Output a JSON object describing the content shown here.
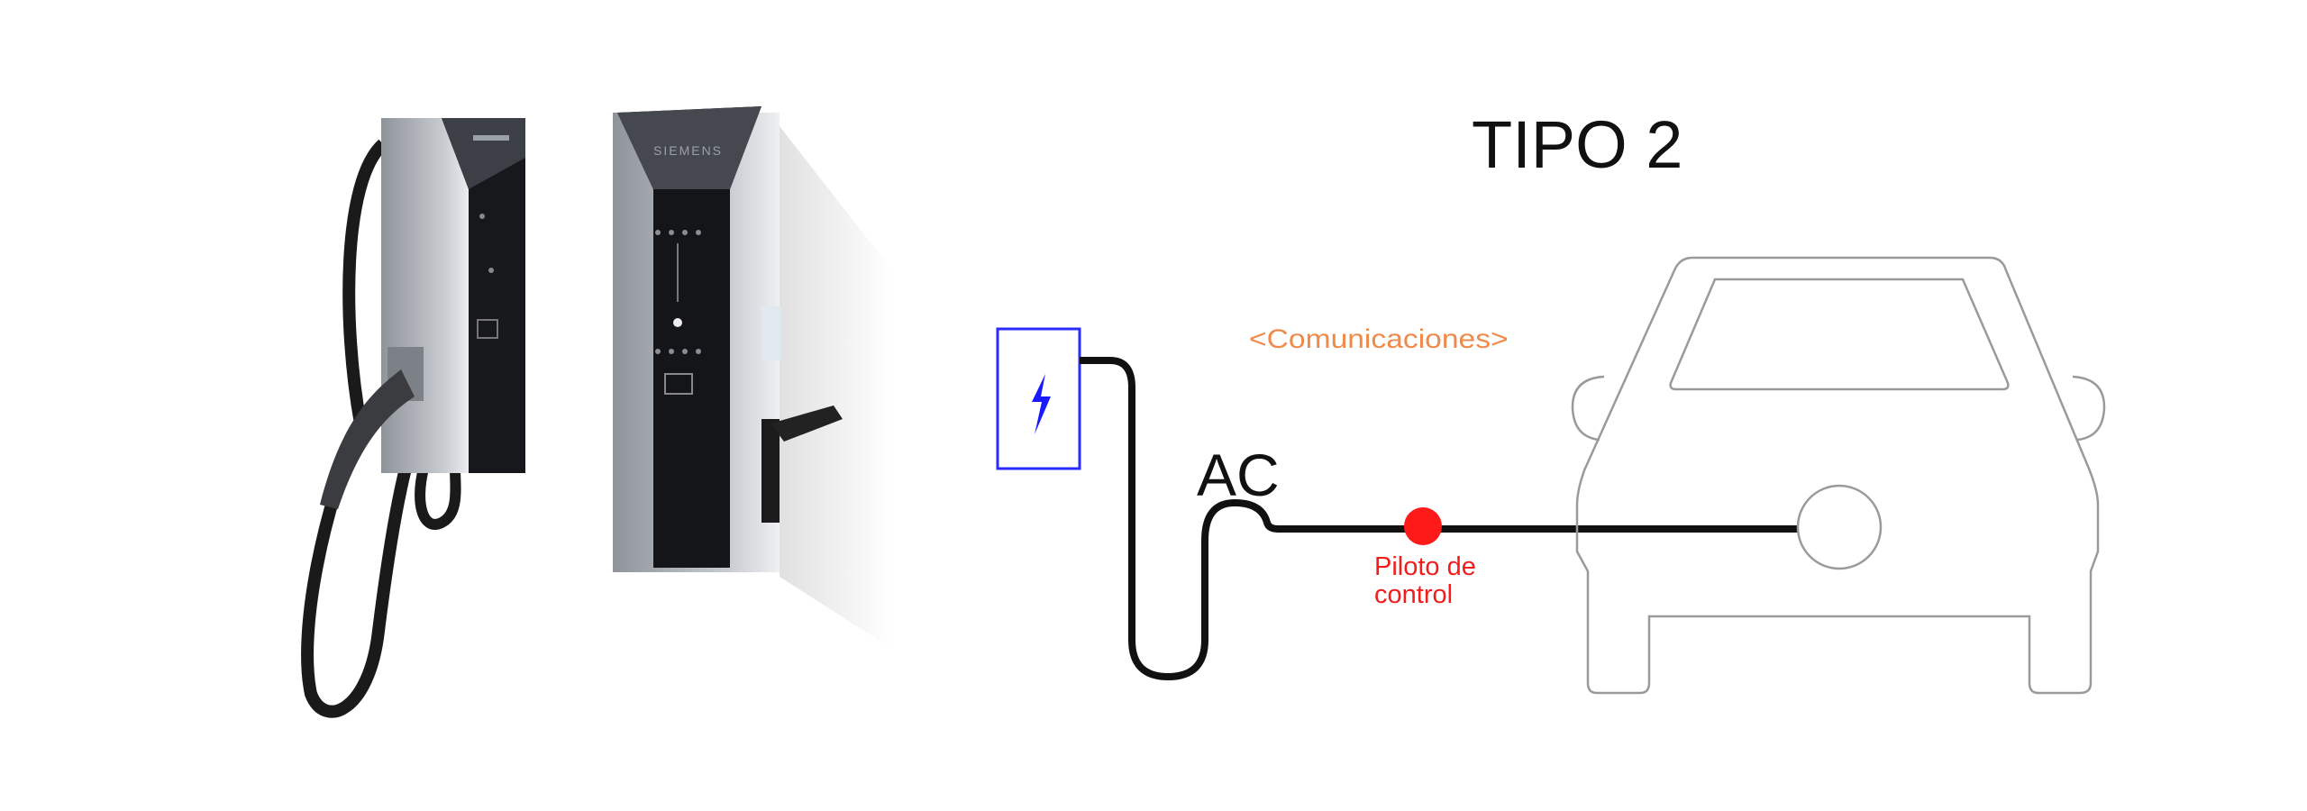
{
  "diagram": {
    "title": "TIPO 2",
    "communications_label": "<Comunicaciones>",
    "current_label": "AC",
    "pilot_label_line1": "Piloto de",
    "pilot_label_line2": "control",
    "charger_brand": "SIEMENS",
    "colors": {
      "station_outline": "#2b2bff",
      "cable": "#111111",
      "pilot_dot": "#ff1a1a",
      "communications": "#f08a4b",
      "car_outline": "#9a9a9a"
    },
    "icons": [
      "lightning-icon",
      "car-icon",
      "charger-photo"
    ]
  }
}
